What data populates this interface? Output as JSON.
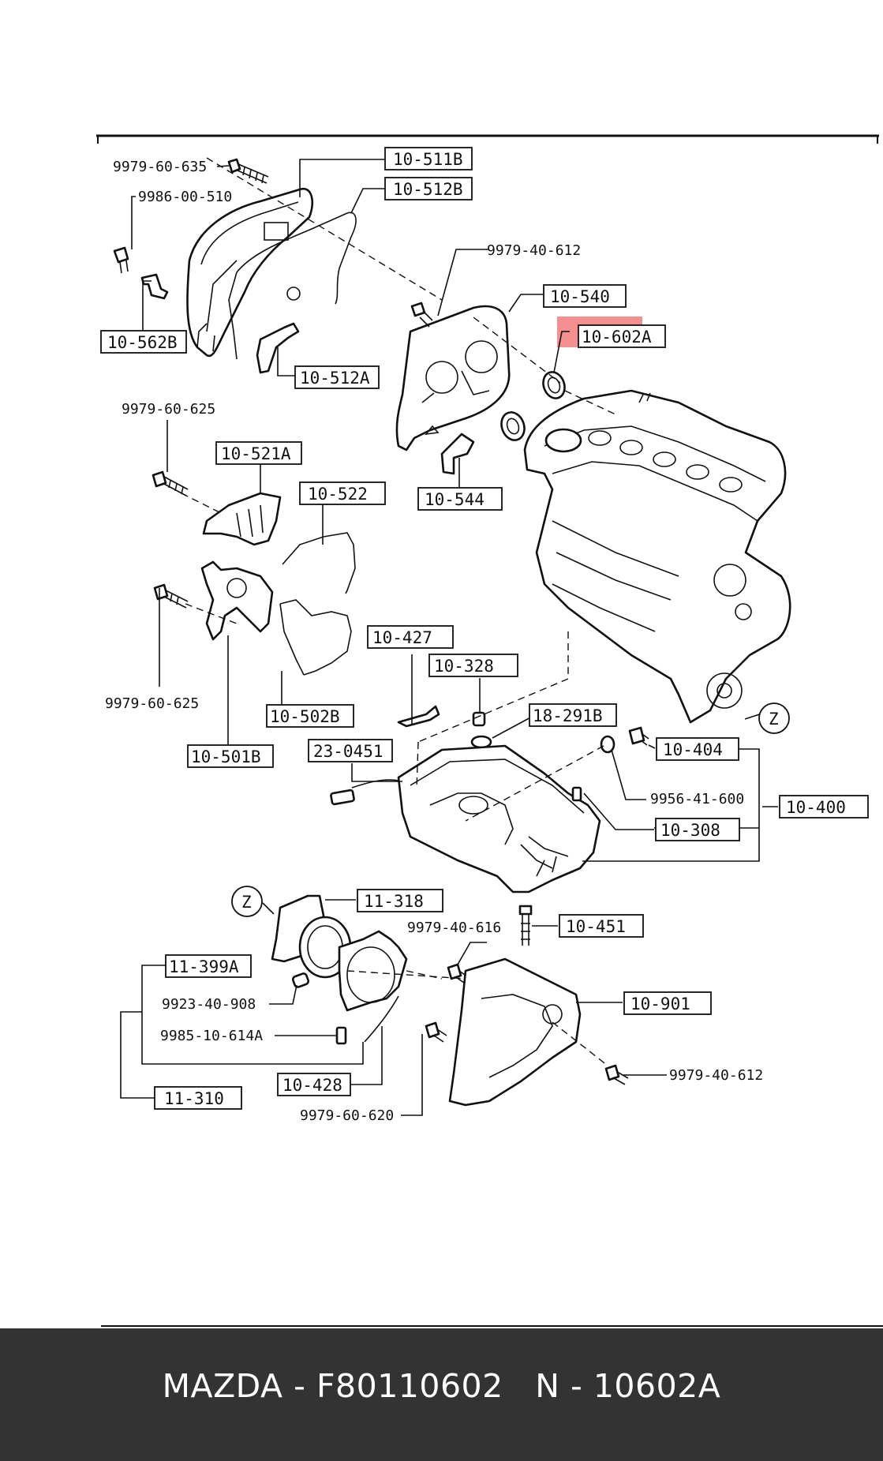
{
  "caption": {
    "text": "MAZDA - F80110602   N - 10602A"
  },
  "highlight": {
    "color": "#f26b6b",
    "part": "10-602A"
  },
  "labels": {
    "l_9979_60_635": "9979-60-635",
    "l_9986_00_510": "9986-00-510",
    "l_10_511B": "10-511B",
    "l_10_512B": "10-512B",
    "l_9979_40_612_top": "9979-40-612",
    "l_10_540": "10-540",
    "l_10_602A": "10-602A",
    "l_10_562B": "10-562B",
    "l_10_512A": "10-512A",
    "l_9979_60_625_a": "9979-60-625",
    "l_10_521A": "10-521A",
    "l_10_522": "10-522",
    "l_10_544": "10-544",
    "l_10_427": "10-427",
    "l_10_328": "10-328",
    "l_9979_60_625_b": "9979-60-625",
    "l_10_502B": "10-502B",
    "l_10_501B": "10-501B",
    "l_18_291B": "18-291B",
    "l_10_404": "10-404",
    "l_23_0451": "23-0451",
    "l_9956_41_600": "9956-41-600",
    "l_10_400": "10-400",
    "l_10_308": "10-308",
    "l_z_top": "Z",
    "l_z_bottom": "Z",
    "l_11_318": "11-318",
    "l_9979_40_616": "9979-40-616",
    "l_10_451": "10-451",
    "l_11_399A": "11-399A",
    "l_9923_40_908": "9923-40-908",
    "l_10_901": "10-901",
    "l_9985_10_614A": "9985-10-614A",
    "l_9979_40_612_bottom": "9979-40-612",
    "l_10_428": "10-428",
    "l_11_310": "11-310",
    "l_9979_60_620": "9979-60-620"
  }
}
